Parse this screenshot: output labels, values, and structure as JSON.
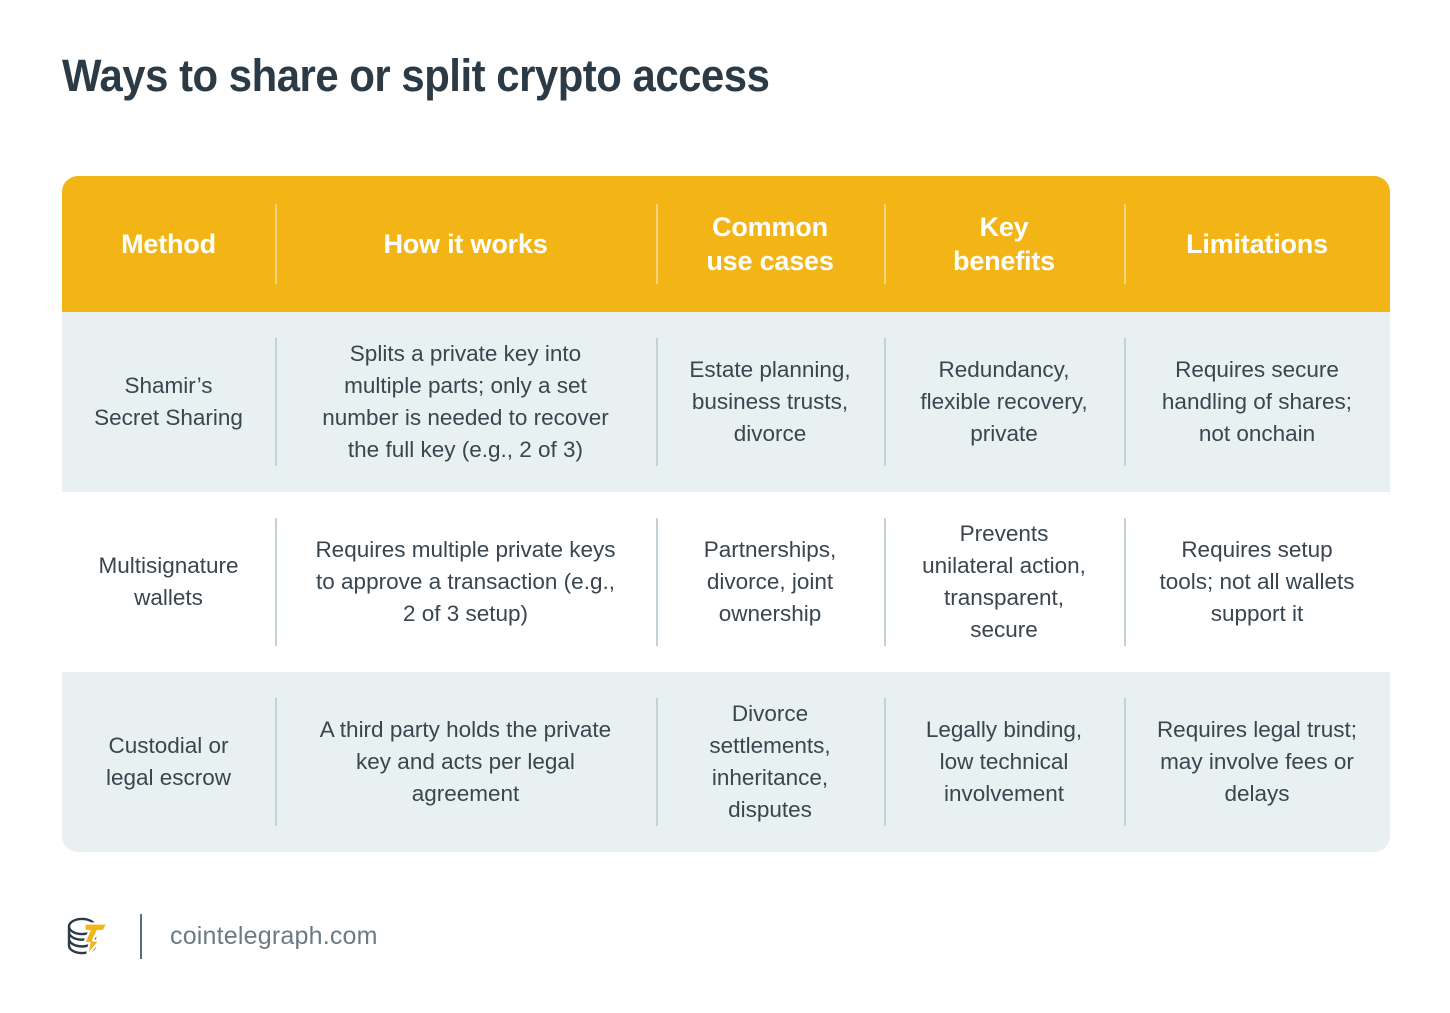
{
  "page": {
    "title": "Ways to share or split crypto access",
    "background_color": "#FFFFFF",
    "title_color": "#2B3A45"
  },
  "colors": {
    "header_yellow": "#F2B515",
    "row_tint": "#E9F0F2",
    "row_plain": "#FFFFFF",
    "text_dark": "#39454F",
    "divider_body": "#C3D2D8",
    "divider_header": "#F8D47C",
    "footer_text": "#6B7A84",
    "logo_gold": "#F2B515",
    "logo_dark": "#2B3A45"
  },
  "table": {
    "headers": [
      "Method",
      "How it works",
      "Common\nuse cases",
      "Key\nbenefits",
      "Limitations"
    ],
    "header_lines": [
      [
        "Method"
      ],
      [
        "How it works"
      ],
      [
        "Common",
        "use cases"
      ],
      [
        "Key",
        "benefits"
      ],
      [
        "Limitations"
      ]
    ],
    "rows": [
      {
        "method": "Shamir’s\nSecret Sharing",
        "method_lines": [
          "Shamir’s",
          "Secret Sharing"
        ],
        "how_it_works": "Splits a private key into multiple parts; only a set number is needed to recover the full key (e.g., 2 of 3)",
        "how_it_works_lines": [
          "Splits a private key into",
          "multiple parts; only a set",
          "number is needed to recover",
          "the full key (e.g., 2 of 3)"
        ],
        "common_use_cases": "Estate planning, business trusts, divorce",
        "common_use_cases_lines": [
          "Estate planning,",
          "business trusts,",
          "divorce"
        ],
        "key_benefits": "Redundancy, flexible recovery, private",
        "key_benefits_lines": [
          "Redundancy,",
          "flexible recovery,",
          "private"
        ],
        "limitations": "Requires secure handling of shares; not onchain",
        "limitations_lines": [
          "Requires secure",
          "handling of shares;",
          "not onchain"
        ],
        "background": "tinted"
      },
      {
        "method": "Multisignature wallets",
        "method_lines": [
          "Multisignature",
          "wallets"
        ],
        "how_it_works": "Requires multiple private keys to approve a transaction (e.g., 2 of 3 setup)",
        "how_it_works_lines": [
          "Requires multiple private keys",
          "to approve a transaction (e.g.,",
          "2 of 3 setup)"
        ],
        "common_use_cases": "Partnerships, divorce, joint ownership",
        "common_use_cases_lines": [
          "Partnerships,",
          "divorce, joint",
          "ownership"
        ],
        "key_benefits": "Prevents unilateral action, transparent, secure",
        "key_benefits_lines": [
          "Prevents",
          "unilateral action,",
          "transparent,",
          "secure"
        ],
        "limitations": "Requires setup tools; not all wallets support it",
        "limitations_lines": [
          "Requires setup",
          "tools; not all wallets",
          "support it"
        ],
        "background": "plain"
      },
      {
        "method": "Custodial or legal escrow",
        "method_lines": [
          "Custodial or",
          "legal escrow"
        ],
        "how_it_works": "A third party holds the private key and acts per legal agreement",
        "how_it_works_lines": [
          "A third party holds the private",
          "key and acts per legal",
          "agreement"
        ],
        "common_use_cases": "Divorce settlements, inheritance, disputes",
        "common_use_cases_lines": [
          "Divorce",
          "settlements,",
          "inheritance,",
          "disputes"
        ],
        "key_benefits": "Legally binding, low technical involvement",
        "key_benefits_lines": [
          "Legally binding,",
          "low technical",
          "involvement"
        ],
        "limitations": "Requires legal trust; may involve fees or delays",
        "limitations_lines": [
          "Requires legal trust;",
          "may involve fees or",
          "delays"
        ],
        "background": "tinted"
      }
    ]
  },
  "footer": {
    "logo_name": "cointelegraph-logo-icon",
    "site": "cointelegraph.com"
  }
}
